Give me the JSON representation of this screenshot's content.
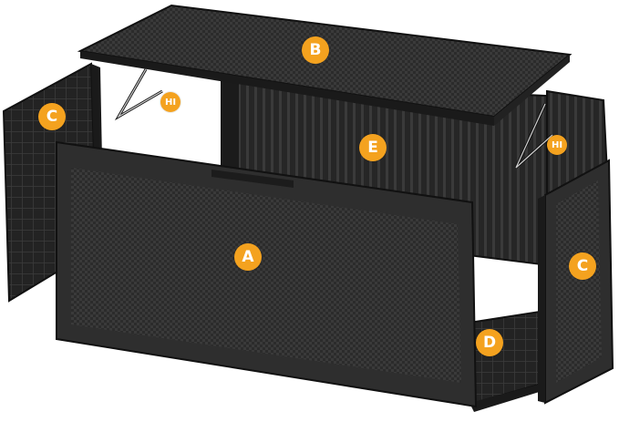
{
  "labels": {
    "a": "A",
    "b": "B",
    "c_left": "C",
    "c_right": "C",
    "d": "D",
    "e": "E",
    "h_left": "H",
    "h_right": "H",
    "i_left": "I",
    "i_right": "I"
  },
  "colors": {
    "callout": "#f4a21f",
    "panel": "#2e2e2e",
    "panel_dark": "#1c1c1c",
    "weave": "#3d3d3d"
  }
}
